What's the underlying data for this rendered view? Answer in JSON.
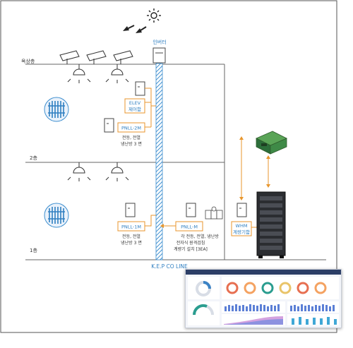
{
  "floors": {
    "roof": "옥상층",
    "second": "2층",
    "first": "1층"
  },
  "labels": {
    "inverter": "인버터",
    "elev_line1": "ELEV",
    "elev_line2": "제어함",
    "pnll2m": "PNLL-2M",
    "pnll2m_desc1": "전등, 전열",
    "pnll2m_desc2": "냉난방 3 면",
    "pnll1m": "PNLL-1M",
    "pnll1m_desc1": "전등, 전열",
    "pnll1m_desc2": "냉난방 3 면",
    "pnllm": "PNLL-M",
    "pnllm_desc1": "각 전등, 전열, 냉난방",
    "pnllm_desc2": "전자식 원격검침",
    "pnllm_desc3": "계량기 설치 [3EA]",
    "whm_line1": "WHM",
    "whm_line2": "계량기함",
    "kep_line": "K.E.P CO LINE"
  },
  "colors": {
    "accent_orange": "#e8962c",
    "accent_blue": "#3e8fcf",
    "building_line": "#555555",
    "text_blue": "#2f7fc1"
  },
  "icons": [
    "sun-icon",
    "solar-panel-icon",
    "ceiling-light-icon",
    "heat-pump-icon",
    "panel-box-icon",
    "meter-icon",
    "gateway-device-icon",
    "server-rack-icon",
    "dashboard-screenshot"
  ]
}
